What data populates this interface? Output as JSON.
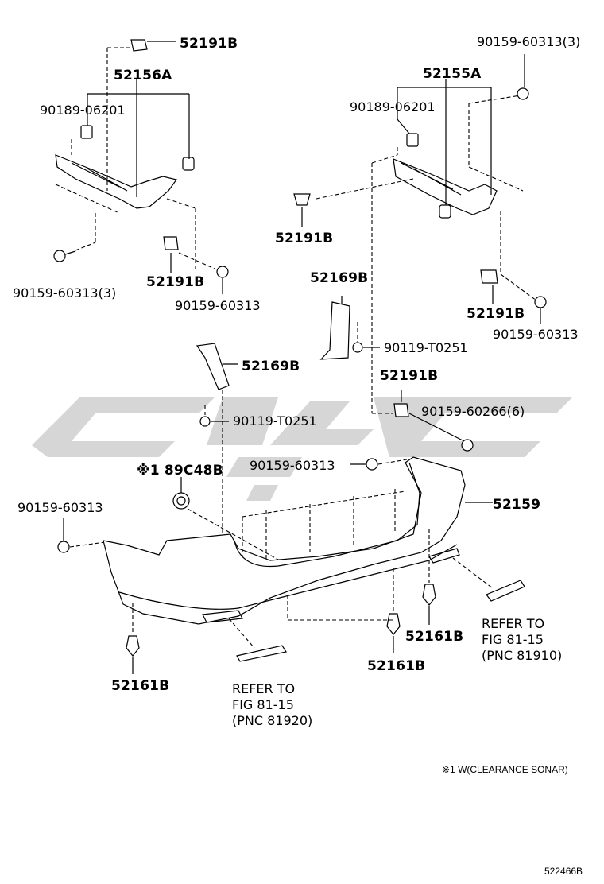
{
  "callouts": {
    "bracket_left": "52156A",
    "bracket_right": "52155A",
    "clip_top_left": "52191B",
    "clip_left_mid": "52191B",
    "clip_right_left": "52191B",
    "clip_right_lower": "52191B",
    "clip_right_center": "52191B",
    "retainer_left": "90189-06201",
    "retainer_right": "90189-06201",
    "screw_top_right": "90159-60313(3)",
    "screw_left_3": "90159-60313(3)",
    "screw_left_mid": "90159-60313",
    "screw_right_mid": "90159-60313",
    "screw_center": "90159-60313",
    "screw_far_left": "90159-60313",
    "screw_6": "90159-60266(6)",
    "stay_right": "52169B",
    "stay_left": "52169B",
    "bolt_right": "90119-T0251",
    "bolt_left": "90119-T0251",
    "sensor": "※1 89C48B",
    "bumper": "52159",
    "pin_left": "52161B",
    "pin_center": "52161B",
    "pin_right": "52161B",
    "ref_right": [
      "REFER TO",
      "FIG 81-15",
      "(PNC 81910)"
    ],
    "ref_left": [
      "REFER TO",
      "FIG 81-15",
      "(PNC 81920)"
    ]
  },
  "footnote": "※1 W(CLEARANCE SONAR)",
  "diagram_code": "522466B",
  "watermark_color": "#cfcfcf"
}
